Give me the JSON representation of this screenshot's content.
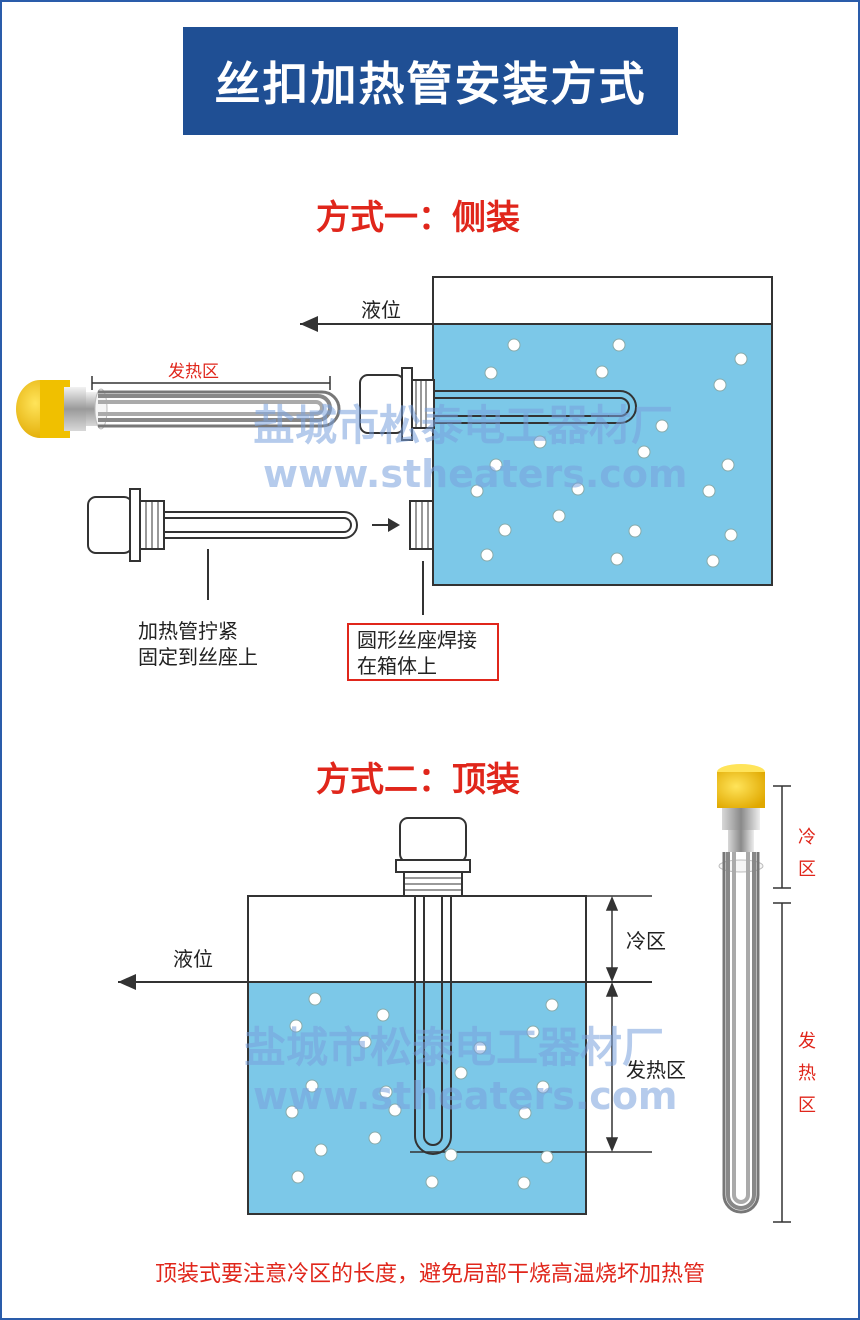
{
  "title": "丝扣加热管安装方式",
  "method1": {
    "heading": "方式一：侧装",
    "liquid_level": "液位",
    "heating_zone": "发热区",
    "note_tighten": [
      "加热管拧紧",
      "固定到丝座上"
    ],
    "note_weld": [
      "圆形丝座焊接",
      "在箱体上"
    ]
  },
  "method2": {
    "heading": "方式二：顶装",
    "liquid_level": "液位",
    "cold_zone": "冷区",
    "heating_zone": "发热区",
    "side_cold": [
      "冷",
      "区"
    ],
    "side_heat": [
      "发",
      "热",
      "区"
    ]
  },
  "footer": "顶装式要注意冷区的长度，避免局部干烧高温烧坏加热管",
  "watermark": {
    "company": "盐城市松泰电工器材厂",
    "url": "www.stheaters.com"
  },
  "colors": {
    "border": "#2a5caa",
    "title_bg": "#1f4f94",
    "accent_red": "#e0261b",
    "water": "#7cc8e8"
  }
}
